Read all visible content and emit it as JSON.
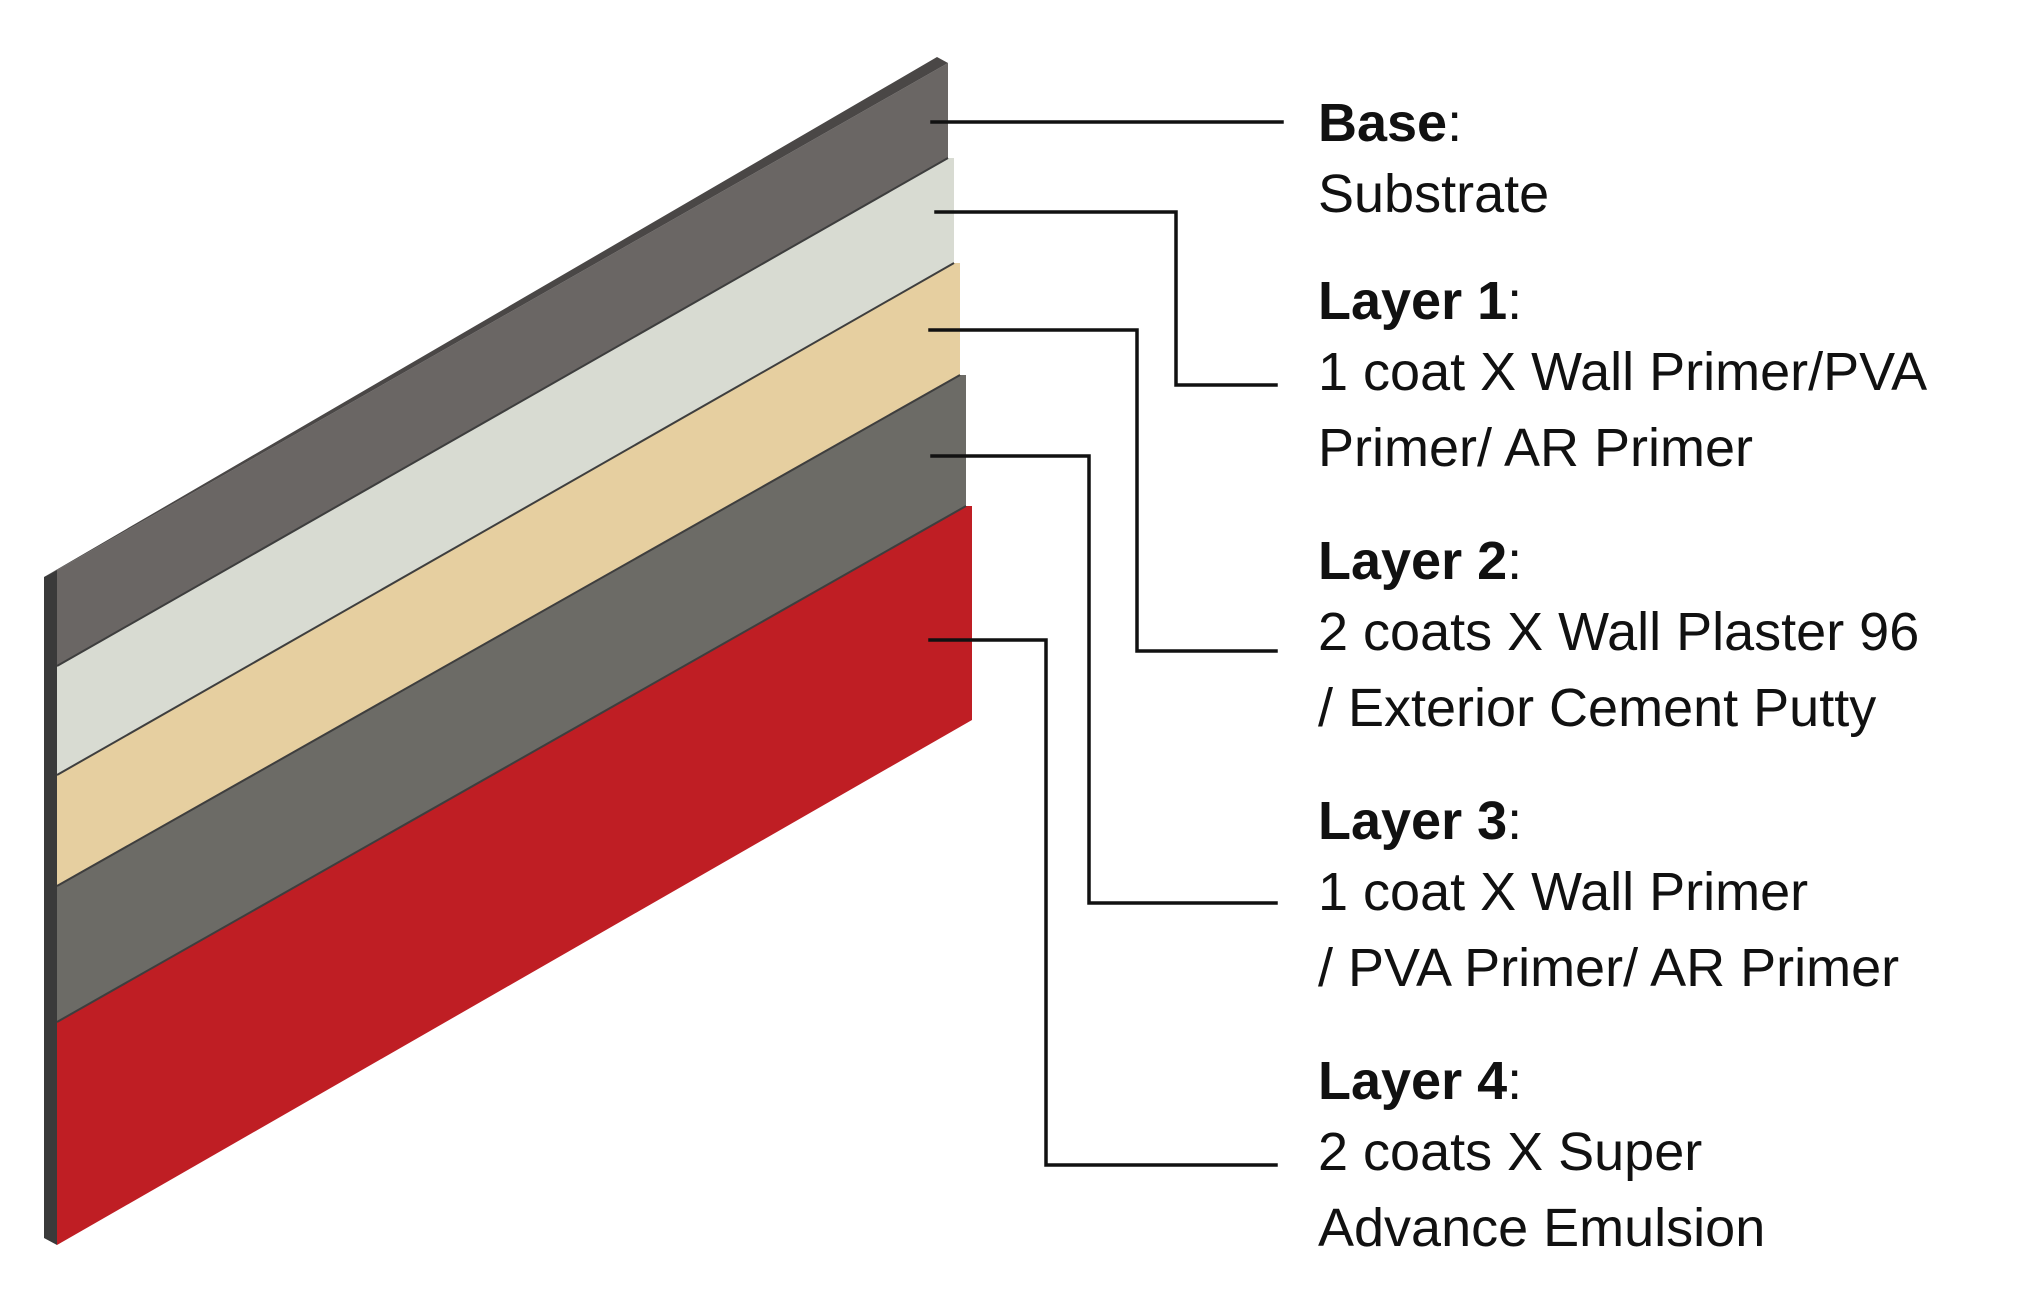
{
  "layers": [
    {
      "title": "Base",
      "description_lines": [
        "Substrate"
      ],
      "color": "#6a6664"
    },
    {
      "title": "Layer 1",
      "description_lines": [
        "1 coat X Wall Primer/PVA",
        "Primer/ AR Primer"
      ],
      "color": "#d8dbd2"
    },
    {
      "title": "Layer 2",
      "description_lines": [
        "2 coats X Wall Plaster 96",
        "/ Exterior Cement Putty"
      ],
      "color": "#e6cfa0"
    },
    {
      "title": "Layer 3",
      "description_lines": [
        "1 coat X Wall Primer",
        "/ PVA Primer/ AR Primer"
      ],
      "color": "#6c6b66"
    },
    {
      "title": "Layer 4",
      "description_lines": [
        "2 coats X Super",
        "Advance Emulsion"
      ],
      "color": "#bf1e24"
    }
  ],
  "label_suffix": ":"
}
